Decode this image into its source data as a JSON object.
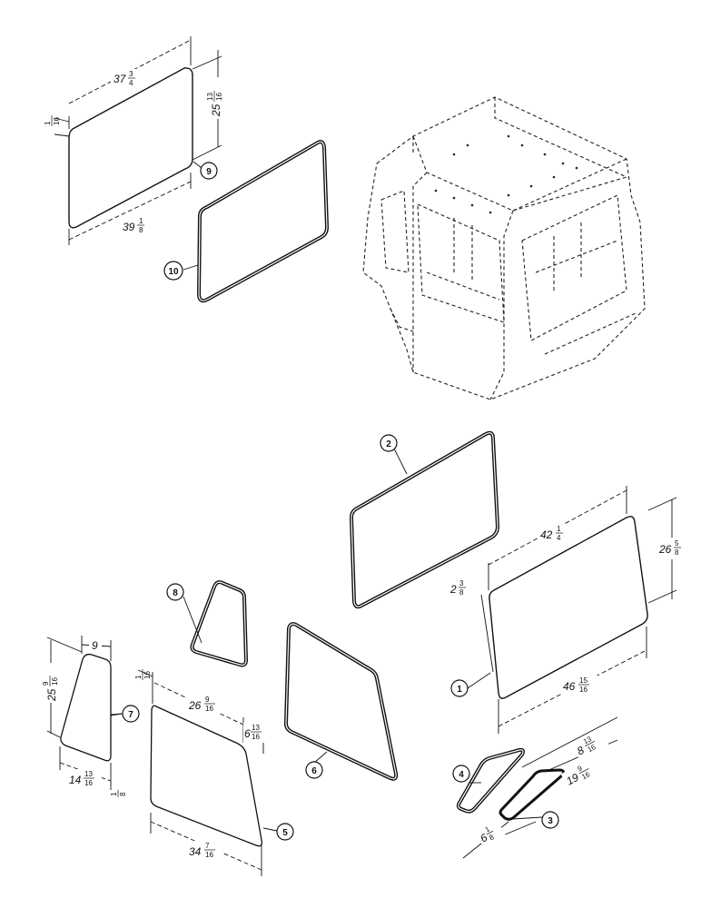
{
  "diagram": {
    "callouts": [
      "1",
      "2",
      "3",
      "4",
      "5",
      "6",
      "7",
      "8",
      "9",
      "10"
    ],
    "dimensions": {
      "d37": {
        "whole": "37",
        "num": "3",
        "den": "4"
      },
      "d25_13": {
        "whole": "25",
        "num": "13",
        "den": "16"
      },
      "d1_16a": {
        "whole": "",
        "num": "1",
        "den": "16"
      },
      "d39": {
        "whole": "39",
        "num": "1",
        "den": "8"
      },
      "d42": {
        "whole": "42",
        "num": "1",
        "den": "4"
      },
      "d26_5": {
        "whole": "26",
        "num": "5",
        "den": "8"
      },
      "d2_3": {
        "whole": "2",
        "num": "3",
        "den": "8"
      },
      "d46": {
        "whole": "46",
        "num": "15",
        "den": "16"
      },
      "d9": {
        "whole": "9",
        "num": "",
        "den": ""
      },
      "d25_9": {
        "whole": "25",
        "num": "9",
        "den": "16"
      },
      "d14": {
        "whole": "14",
        "num": "13",
        "den": "16"
      },
      "d1_8": {
        "whole": "",
        "num": "1",
        "den": "8"
      },
      "d1_16b": {
        "whole": "",
        "num": "1",
        "den": "16"
      },
      "d26_9": {
        "whole": "26",
        "num": "9",
        "den": "16"
      },
      "d6_13": {
        "whole": "6",
        "num": "13",
        "den": "16"
      },
      "d34": {
        "whole": "34",
        "num": "7",
        "den": "16"
      },
      "d8": {
        "whole": "8",
        "num": "13",
        "den": "16"
      },
      "d19": {
        "whole": "19",
        "num": "9",
        "den": "16"
      },
      "d6_1": {
        "whole": "6",
        "num": "1",
        "den": "8"
      }
    }
  }
}
